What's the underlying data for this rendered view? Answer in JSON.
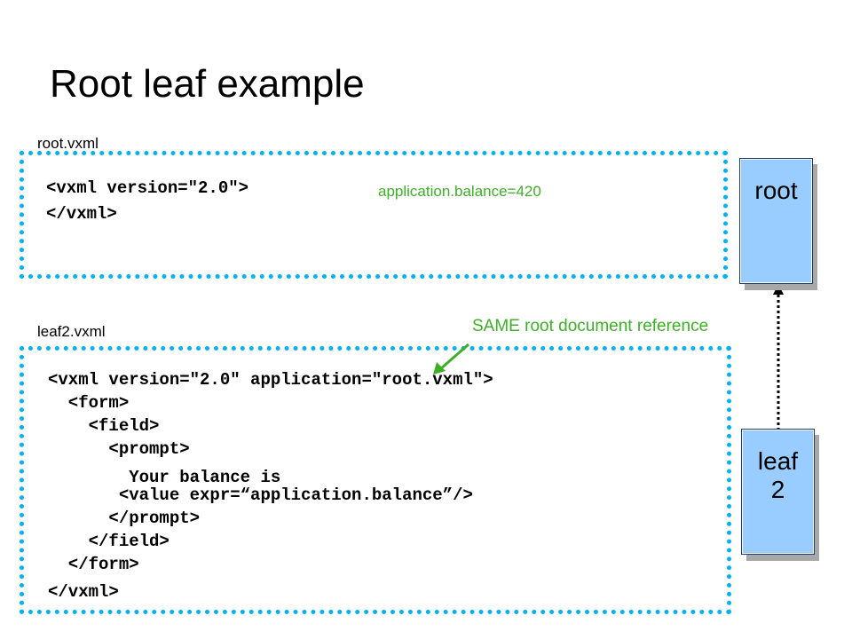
{
  "slide": {
    "title": "Root leaf example"
  },
  "root_file": {
    "filename": "root.vxml",
    "code_lines": [
      "<vxml version=\"2.0\">",
      "</vxml>"
    ],
    "annotation": "application.balance=420"
  },
  "leaf_file": {
    "filename": "leaf2.vxml",
    "code_lines": [
      "<vxml version=\"2.0\" application=\"root.vxml\">",
      "  <form>",
      "    <field>",
      "      <prompt>",
      "        Your balance is",
      "       <value expr=“application.balance”/>",
      "      </prompt>",
      "    </field>",
      "  </form>",
      "</vxml>"
    ]
  },
  "callout": {
    "text": "SAME root document reference"
  },
  "nodes": {
    "root_label": "root",
    "leaf_label_line1": "leaf",
    "leaf_label_line2": "2"
  },
  "colors": {
    "dotted_border": "#00b0f0",
    "annotation_green": "#3fae29",
    "node_fill": "#99ccff"
  }
}
